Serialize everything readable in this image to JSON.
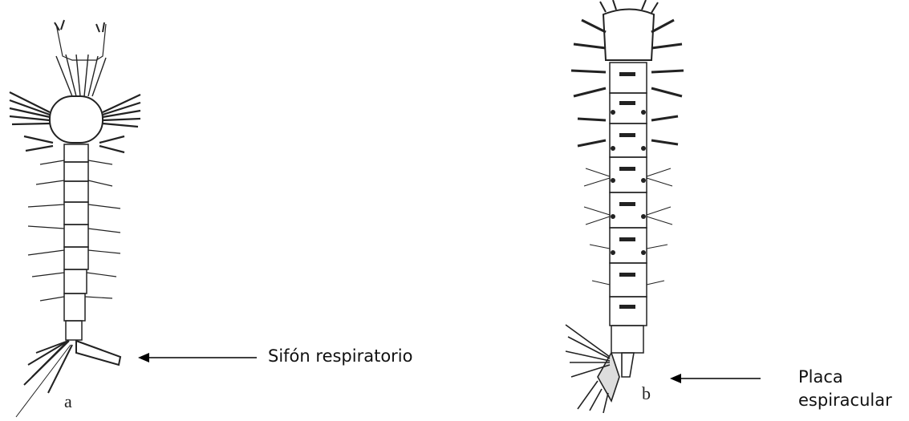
{
  "panels": [
    {
      "letter": "a",
      "annotation": "Sifón respiratorio"
    },
    {
      "letter": "b",
      "annotation_line1": "Placa",
      "annotation_line2": "espiracular"
    }
  ],
  "icons": [
    "larva-a-drawing",
    "larva-b-drawing",
    "arrow-left-icon"
  ]
}
